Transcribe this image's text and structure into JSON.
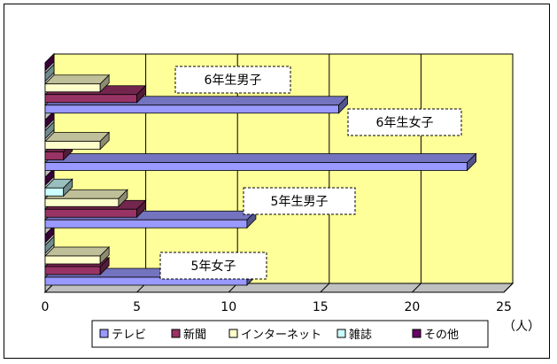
{
  "colors": {
    "wall": "#ffff99",
    "floor": "#c0c0c0",
    "gridline": "#000000"
  },
  "chart_data": {
    "type": "bar",
    "orientation": "horizontal",
    "three_d": true,
    "categories": [
      "5年女子",
      "5年生男子",
      "6年生女子",
      "6年生男子"
    ],
    "series": [
      {
        "name": "テレビ",
        "color": "#9999ff",
        "values": [
          11,
          11,
          23,
          16
        ]
      },
      {
        "name": "新聞",
        "color": "#993366",
        "values": [
          3,
          5,
          1,
          5
        ]
      },
      {
        "name": "インターネット",
        "color": "#ffffcc",
        "values": [
          3,
          4,
          3,
          3
        ]
      },
      {
        "name": "雑誌",
        "color": "#ccffff",
        "values": [
          0,
          1,
          0,
          0
        ]
      },
      {
        "name": "その他",
        "color": "#660066",
        "values": [
          0,
          0,
          0,
          0
        ]
      }
    ],
    "xticks": [
      "0",
      "5",
      "10",
      "15",
      "20",
      "25"
    ],
    "xlim": [
      0,
      25
    ],
    "xunit": "（人）",
    "grid": true,
    "legend_position": "bottom"
  }
}
